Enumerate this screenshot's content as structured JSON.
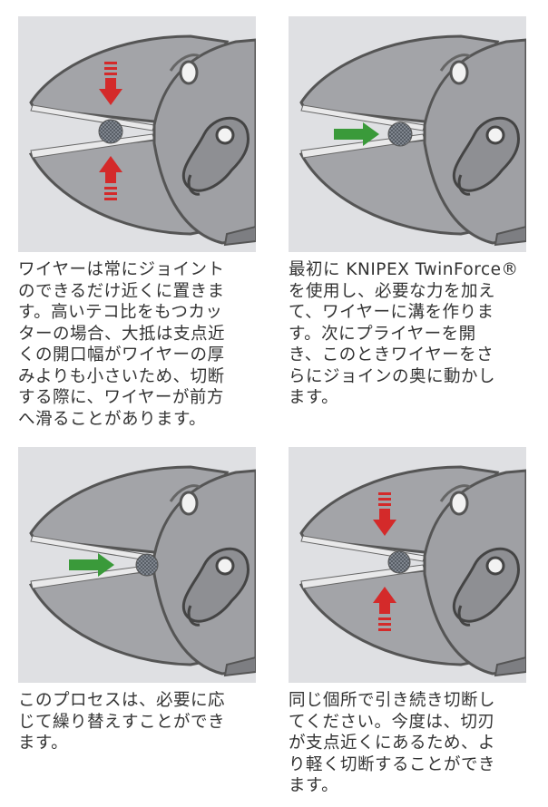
{
  "panels": [
    {
      "lines": [
        "ワイヤーは常にジョイント",
        "のできるだけ近くに置きま",
        "す。高いテコ比をもつカッ",
        "ターの場合、大抵は支点近",
        "くの開口幅がワイヤーの厚",
        "みよりも小さいため、切断",
        "する際に、ワイヤーが前方",
        "へ滑ることがあります。"
      ],
      "arrow": "red",
      "arrow_color": "#d42a2a"
    },
    {
      "lines": [
        "最初に KNIPEX TwinForce®",
        "を使用し、必要な力を加え",
        "て、ワイヤーに溝を作りま",
        "す。次にプライヤーを開",
        "き、このときワイヤーをさ",
        "らにジョインの奥に動かし",
        "ます。"
      ],
      "arrow": "green",
      "arrow_color": "#3a9a3a"
    },
    {
      "lines": [
        "このプロセスは、必要に応",
        "じて繰り替えすことができ",
        "ます。"
      ],
      "arrow": "green",
      "arrow_color": "#3a9a3a"
    },
    {
      "lines": [
        "同じ個所で引き続き切断し",
        "てください。今度は、切刃",
        "が支点近くにあるため、よ",
        "り軽く切断することができ",
        "ます。"
      ],
      "arrow": "red",
      "arrow_color": "#d42a2a"
    }
  ]
}
